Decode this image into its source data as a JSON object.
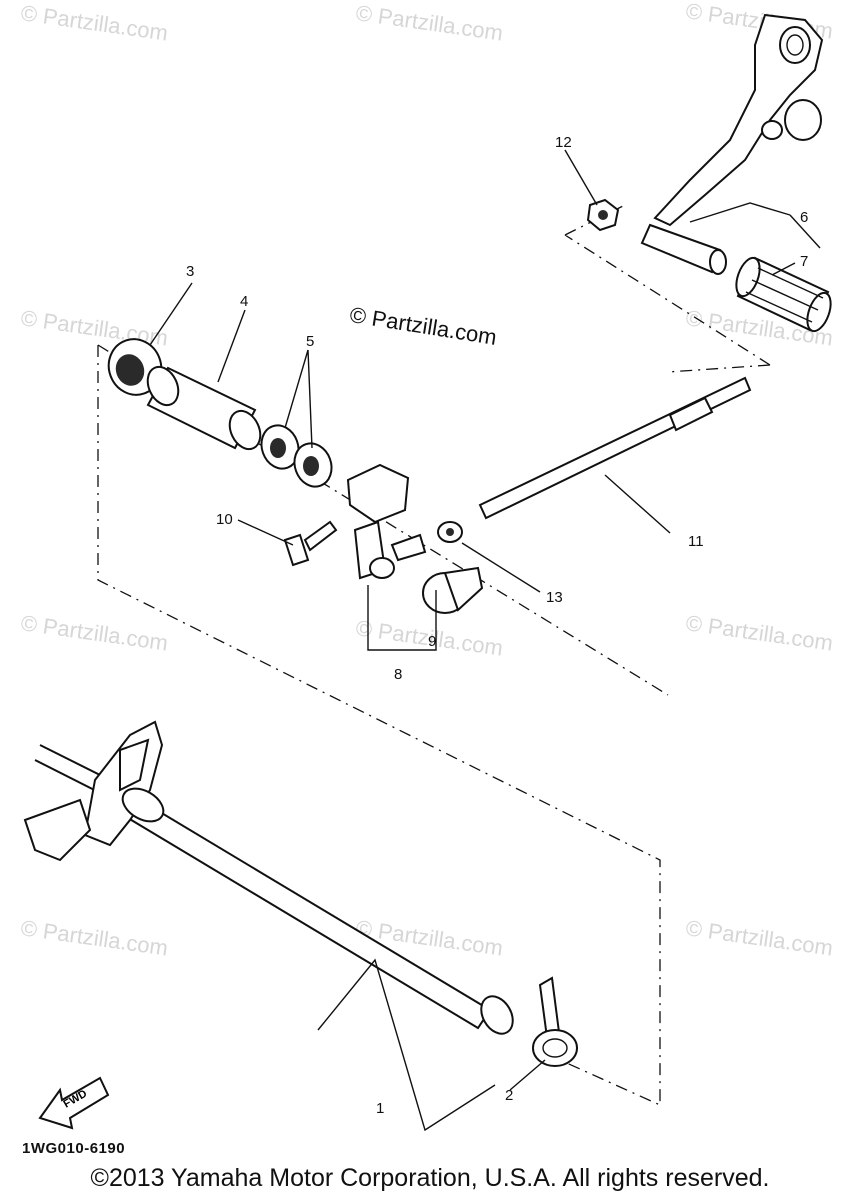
{
  "watermark_text": "© Partzilla.com",
  "center_label": "© Partzilla.com",
  "callouts": {
    "c1": "1",
    "c2": "2",
    "c3": "3",
    "c4": "4",
    "c5": "5",
    "c6": "6",
    "c7": "7",
    "c8": "8",
    "c9": "9",
    "c10": "10",
    "c11": "11",
    "c12": "12",
    "c13": "13"
  },
  "fwd_label": "FWD",
  "diagram_code": "1WG010-6190",
  "copyright": "©2013 Yamaha Motor Corporation, U.S.A. All rights reserved."
}
